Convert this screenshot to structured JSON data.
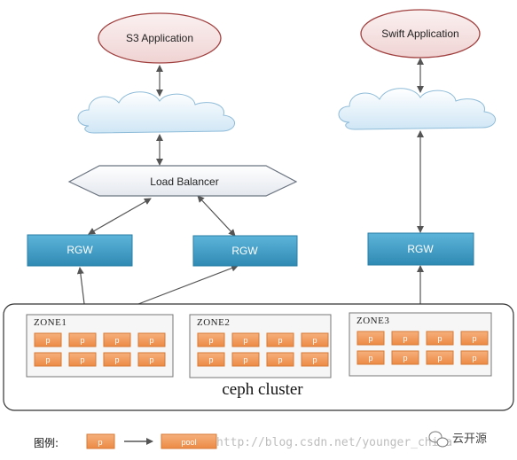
{
  "applications": {
    "s3": "S3 Application",
    "swift": "Swift Application"
  },
  "load_balancer": "Load Balancer",
  "gateways": {
    "rgw_left": "RGW",
    "rgw_middle": "RGW",
    "rgw_right": "RGW"
  },
  "zones": [
    {
      "label": "ZONE1",
      "pools": [
        "p",
        "p",
        "p",
        "p",
        "p",
        "p",
        "p",
        "p"
      ]
    },
    {
      "label": "ZONE2",
      "pools": [
        "p",
        "p",
        "p",
        "p",
        "p",
        "p",
        "p",
        "p"
      ]
    },
    {
      "label": "ZONE3",
      "pools": [
        "p",
        "p",
        "p",
        "p",
        "p",
        "p",
        "p",
        "p"
      ]
    }
  ],
  "cluster_label": "ceph cluster",
  "legend": {
    "title": "图例:",
    "pg_label": "p",
    "pool_label": "pool"
  },
  "watermark": "http://blog.csdn.net/younger_china",
  "brand": "云开源",
  "colors": {
    "app_fill": "#f7e4e4",
    "app_stroke": "#a0403f",
    "cloud_fill": "#dceef9",
    "rgw_fill": "#3d9ec8",
    "pg_fill": "#f29a5b",
    "zone_fill": "#f5f5f5"
  },
  "icons": {
    "cloud": "cloud-icon",
    "arrow": "right-arrow-icon",
    "brand": "wechat-bubble-icon"
  }
}
